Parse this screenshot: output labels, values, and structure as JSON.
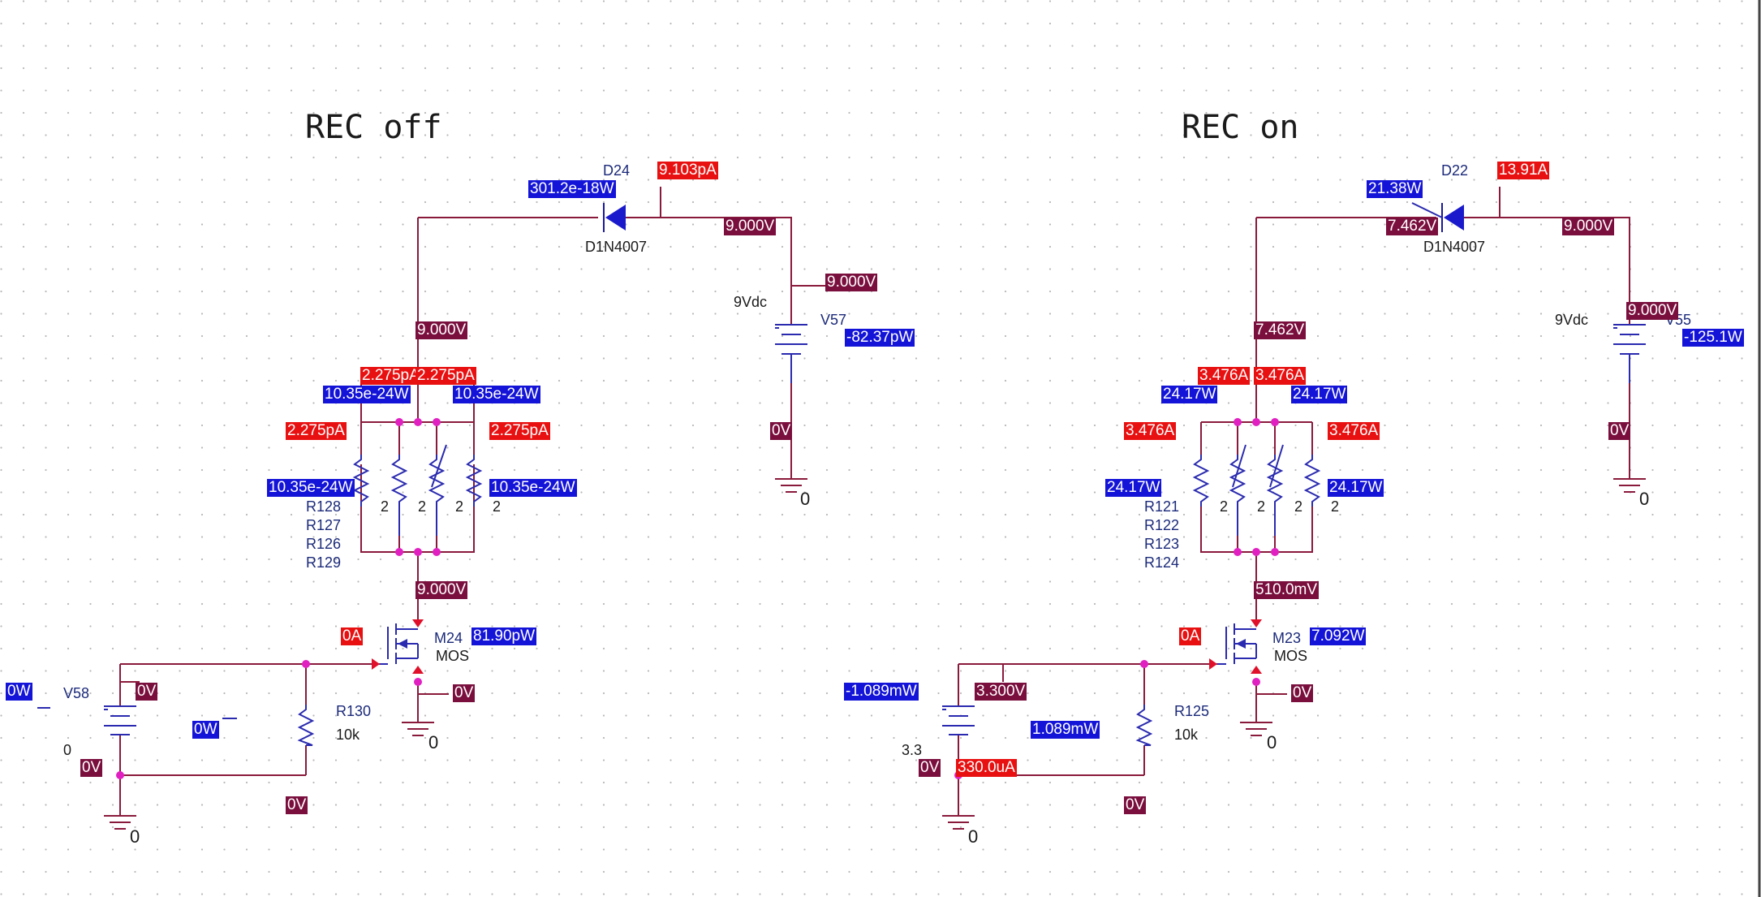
{
  "colors": {
    "voltage_tag": "#7a0f3e",
    "current_tag": "#e81010",
    "power_tag": "#1414d8",
    "wire": "#8a1a3c",
    "component": "#2a2ab0",
    "junction": "#e020c0"
  },
  "left": {
    "title": "REC off",
    "diode_ref": "D24",
    "diode_model": "D1N4007",
    "supply_ref": "V57",
    "supply_value": "9Vdc",
    "gate_source_ref": "V58",
    "gate_source_value": "0",
    "mosfet_ref": "M24",
    "mosfet_model": "MOS",
    "gate_res_ref": "R130",
    "gate_res_value": "10k",
    "res_refs": [
      "R128",
      "R127",
      "R126",
      "R129"
    ],
    "res_values": [
      "2",
      "2",
      "2",
      "2"
    ],
    "ground_labels": [
      "0",
      "0",
      "0"
    ],
    "tags": {
      "diode_power": "301.2e-18W",
      "diode_current": "9.103pA",
      "anode_voltage": "9.000V",
      "supply_top_voltage": "9.000V",
      "supply_power": "-82.37pW",
      "supply_bottom_voltage": "0V",
      "bus_voltage": "9.000V",
      "res_current_a": "2.275pA",
      "res_current_b": "2.275pA",
      "res_power_a": "10.35e-24W",
      "res_power_b": "10.35e-24W",
      "res_current_c": "2.275pA",
      "res_current_d": "2.275pA",
      "res_power_c": "10.35e-24W",
      "res_power_d": "10.35e-24W",
      "drain_voltage": "9.000V",
      "gate_current": "0A",
      "mosfet_power": "81.90pW",
      "source_voltage": "0V",
      "gate_src_power": "0W",
      "gate_src_voltage": "0V",
      "gate_res_power": "0W",
      "gate_src_bottom_voltage": "0V",
      "gate_res_bottom_voltage": "0V"
    }
  },
  "right": {
    "title": "REC on",
    "diode_ref": "D22",
    "diode_model": "D1N4007",
    "supply_ref": "V55",
    "supply_value": "9Vdc",
    "gate_source_value": "3.3",
    "mosfet_ref": "M23",
    "mosfet_model": "MOS",
    "gate_res_ref": "R125",
    "gate_res_value": "10k",
    "res_refs": [
      "R121",
      "R122",
      "R123",
      "R124"
    ],
    "res_values": [
      "2",
      "2",
      "2",
      "2"
    ],
    "ground_labels": [
      "0",
      "0",
      "0"
    ],
    "tags": {
      "diode_power": "21.38W",
      "diode_current": "13.91A",
      "diode_cathode_voltage": "7.462V",
      "anode_voltage": "9.000V",
      "supply_top_voltage": "9.000V",
      "supply_power": "-125.1W",
      "supply_bottom_voltage": "0V",
      "bus_voltage": "7.462V",
      "res_current_a": "3.476A",
      "res_current_b": "3.476A",
      "res_power_a": "24.17W",
      "res_power_b": "24.17W",
      "res_current_c": "3.476A",
      "res_current_d": "3.476A",
      "res_power_c": "24.17W",
      "res_power_d": "24.17W",
      "drain_voltage": "510.0mV",
      "gate_current": "0A",
      "mosfet_power": "7.092W",
      "source_voltage": "0V",
      "gate_src_power": "-1.089mW",
      "gate_src_voltage": "3.300V",
      "gate_res_power": "1.089mW",
      "gate_src_bottom_voltage": "0V",
      "gate_src_current": "330.0uA",
      "gate_res_bottom_voltage": "0V"
    }
  }
}
